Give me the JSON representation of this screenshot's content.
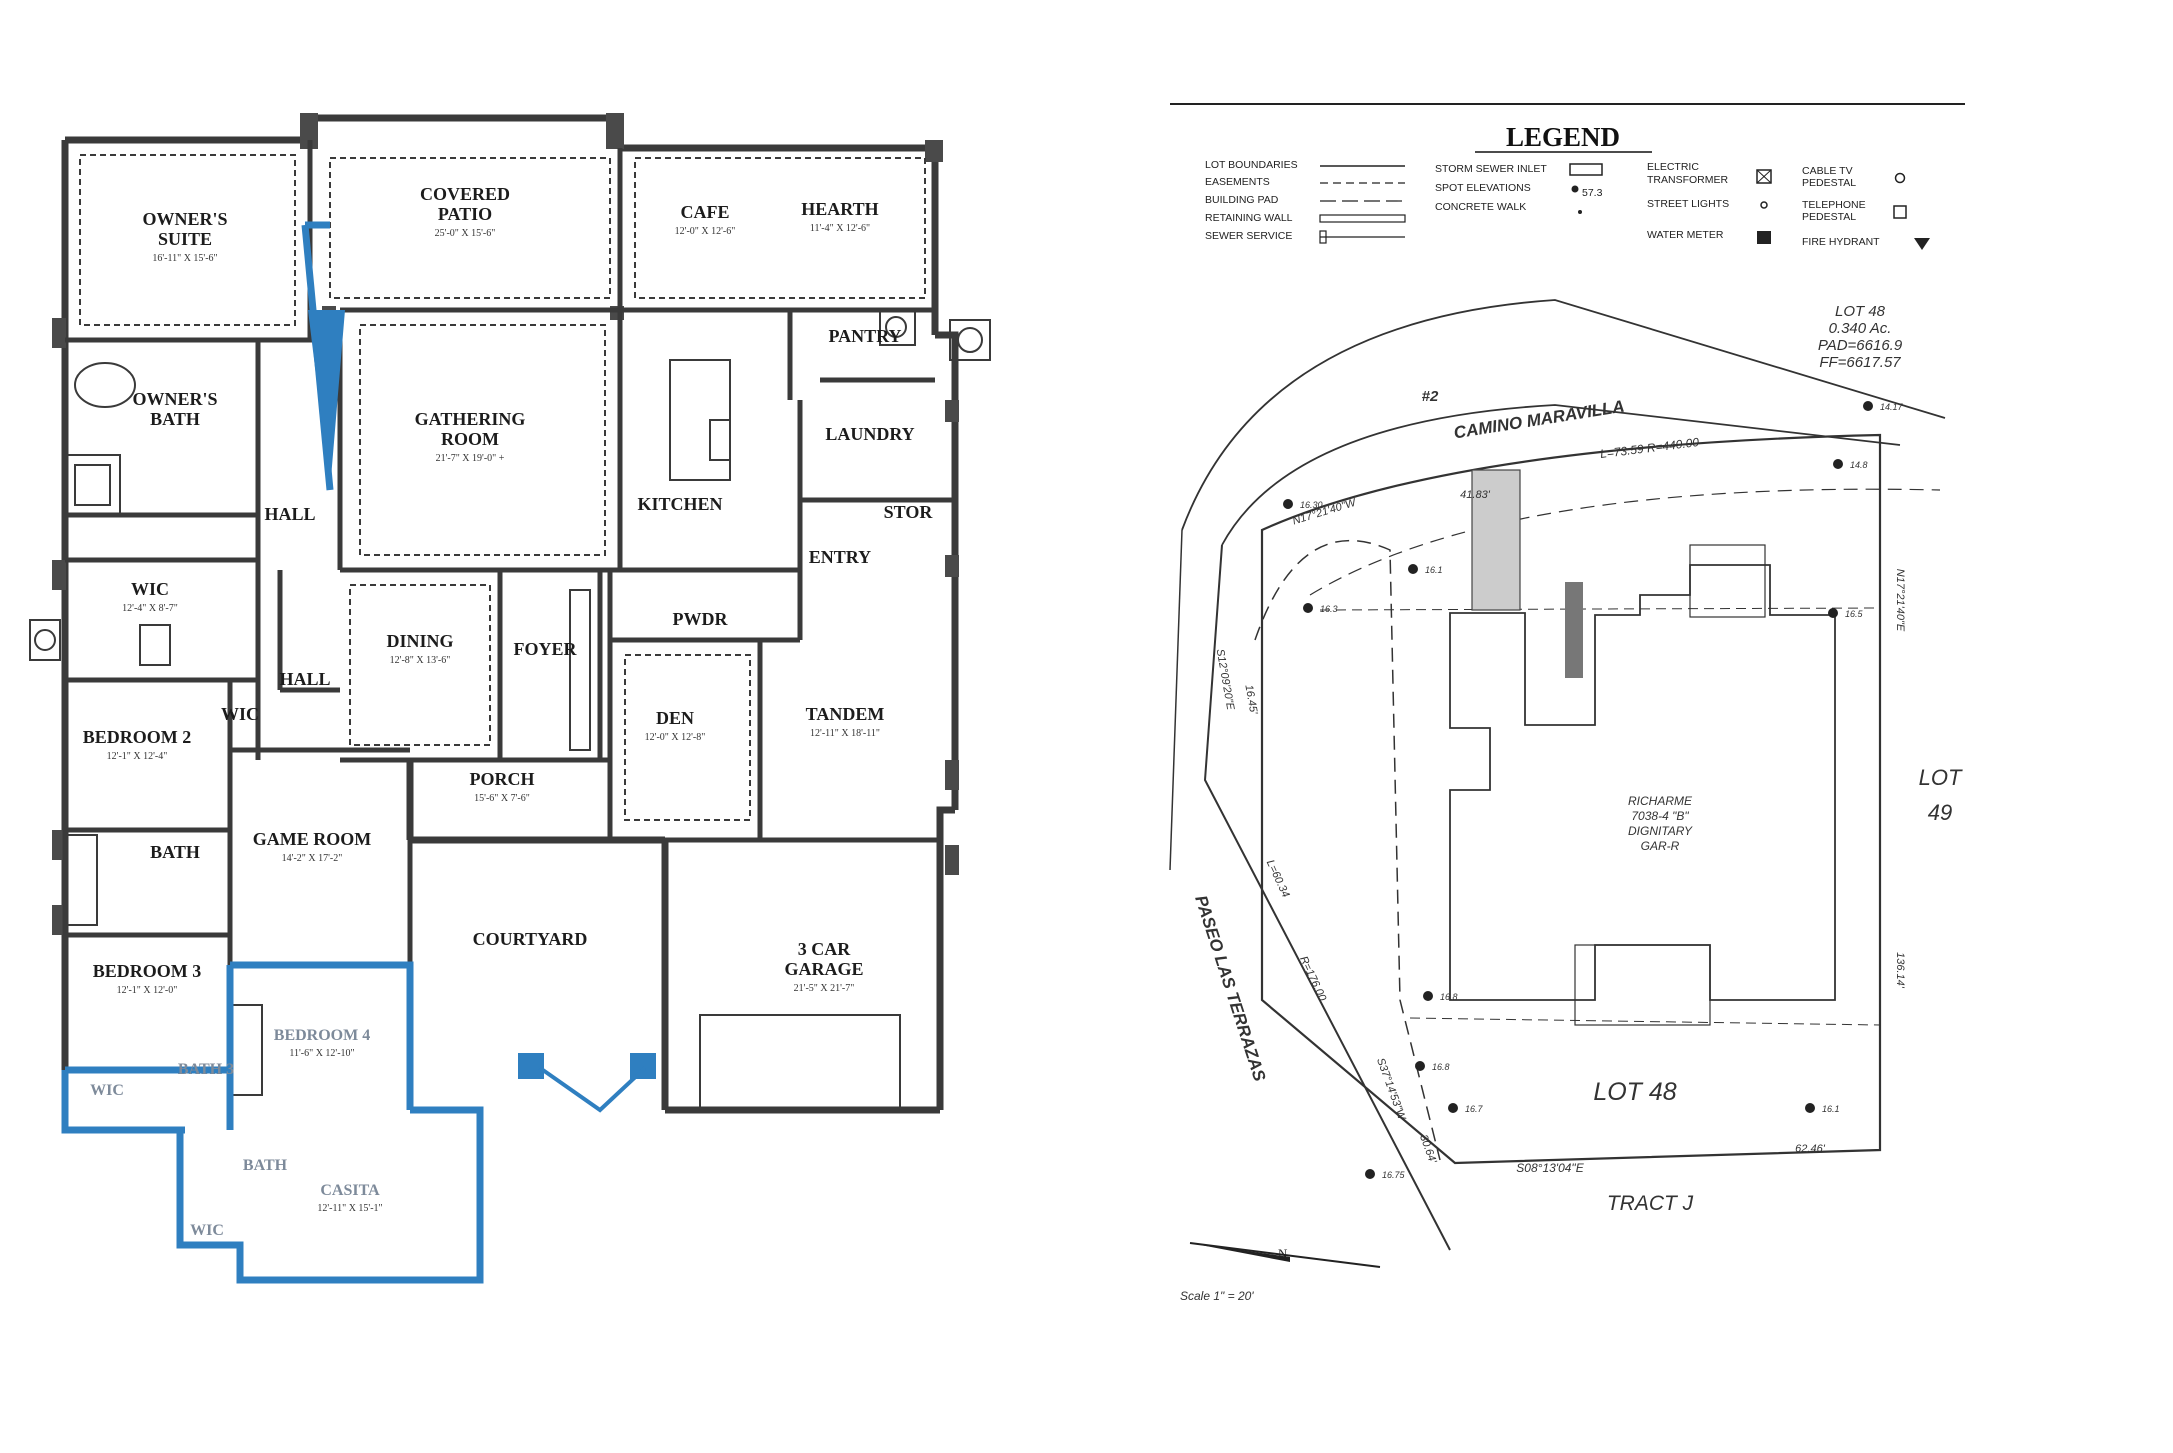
{
  "floor_plan": {
    "rooms": [
      {
        "id": "owners-suite",
        "name": "OWNER'S",
        "name2": "SUITE",
        "dims": "16'-11\" X 15'-6\""
      },
      {
        "id": "covered-patio",
        "name": "COVERED",
        "name2": "PATIO",
        "dims": "25'-0\" X 15'-6\""
      },
      {
        "id": "cafe",
        "name": "CAFE",
        "dims": "12'-0\" X 12'-6\""
      },
      {
        "id": "hearth",
        "name": "HEARTH",
        "dims": "11'-4\" X 12'-6\""
      },
      {
        "id": "pantry",
        "name": "PANTRY"
      },
      {
        "id": "owners-bath",
        "name": "OWNER'S",
        "name2": "BATH"
      },
      {
        "id": "gathering-room",
        "name": "GATHERING",
        "name2": "ROOM",
        "dims": "21'-7\" X 19'-0\" +"
      },
      {
        "id": "laundry",
        "name": "LAUNDRY"
      },
      {
        "id": "kitchen",
        "name": "KITCHEN"
      },
      {
        "id": "stor",
        "name": "STOR"
      },
      {
        "id": "hall-1",
        "name": "HALL"
      },
      {
        "id": "entry",
        "name": "ENTRY"
      },
      {
        "id": "wic-1",
        "name": "WIC",
        "dims": "12'-4\" X 8'-7\""
      },
      {
        "id": "pwdr",
        "name": "PWDR"
      },
      {
        "id": "dining",
        "name": "DINING",
        "dims": "12'-8\" X 13'-6\""
      },
      {
        "id": "foyer",
        "name": "FOYER"
      },
      {
        "id": "hall-2",
        "name": "HALL"
      },
      {
        "id": "den",
        "name": "DEN",
        "dims": "12'-0\" X 12'-8\""
      },
      {
        "id": "tandem",
        "name": "TANDEM",
        "dims": "12'-11\" X 18'-11\""
      },
      {
        "id": "bedroom-2",
        "name": "BEDROOM 2",
        "dims": "12'-1\" X 12'-4\""
      },
      {
        "id": "wic-2",
        "name": "WIC"
      },
      {
        "id": "porch",
        "name": "PORCH",
        "dims": "15'-6\" X 7'-6\""
      },
      {
        "id": "bath-1",
        "name": "BATH"
      },
      {
        "id": "game-room",
        "name": "GAME ROOM",
        "dims": "14'-2\" X 17'-2\""
      },
      {
        "id": "courtyard",
        "name": "COURTYARD"
      },
      {
        "id": "garage",
        "name": "3 CAR",
        "name2": "GARAGE",
        "dims": "21'-5\" X 21'-7\""
      },
      {
        "id": "bedroom-3",
        "name": "BEDROOM 3",
        "dims": "12'-1\" X 12'-0\""
      },
      {
        "id": "bedroom-4",
        "name": "BEDROOM 4",
        "dims": "11'-6\" X 12'-10\""
      },
      {
        "id": "bath-3",
        "name": "BATH 3"
      },
      {
        "id": "wic-3",
        "name": "WIC"
      },
      {
        "id": "bath-casita",
        "name": "BATH"
      },
      {
        "id": "casita",
        "name": "CASITA",
        "dims": "12'-11\" X 15'-1\""
      },
      {
        "id": "wic-4",
        "name": "WIC"
      }
    ],
    "accent_color": "#2f7fc0",
    "wall_color": "#3a3a3a"
  },
  "site_plan": {
    "legend": {
      "title": "LEGEND",
      "col1": [
        "LOT BOUNDARIES",
        "EASEMENTS",
        "BUILDING PAD",
        "RETAINING WALL",
        "SEWER SERVICE"
      ],
      "col2": [
        "STORM SEWER INLET",
        "SPOT ELEVATIONS",
        "CONCRETE WALK"
      ],
      "col3": [
        "ELECTRIC",
        "TRANSFORMER",
        "STREET LIGHTS",
        "WATER METER"
      ],
      "col4": [
        "CABLE TV",
        "PEDESTAL",
        "TELEPHONE",
        "PEDESTAL",
        "FIRE HYDRANT"
      ],
      "spot_sample": "57.3"
    },
    "lot_info": [
      "LOT 48",
      "0.340 Ac.",
      "PAD=6616.9",
      "FF=6617.57"
    ],
    "street_1_number": "#2",
    "street_1": "CAMINO MARAVILLA",
    "street_2": "PASEO LAS TERRAZAS",
    "house": [
      "RICHARME",
      "7038-4 \"B\"",
      "DIGNITARY",
      "GAR-R"
    ],
    "lot_label": "LOT 48",
    "lot_adjacent": [
      "LOT",
      "49"
    ],
    "tract": "TRACT J",
    "bearings": {
      "top_curve": "L=73.59   R=440.00",
      "top_seg": "N17°21'40\"W",
      "top_dist": "41.83'",
      "right": "N17°21'40\"E",
      "right_dist": "136.14'",
      "bottom": "S08°13'04\"E",
      "bottom_dist": "62.46'",
      "left_seg": "S37°14'53\"W",
      "left_dist": "30.64'",
      "curve2": "L=60.34",
      "curve2_r": "R=176.00",
      "west": "S12°09'20\"E",
      "west_dist": "16.45'"
    },
    "elevations": [
      "14.17",
      "14.8",
      "16.30",
      "16.8",
      "16.1",
      "16.8",
      "16.7",
      "16.1",
      "16.75",
      "16.5",
      "16.3"
    ],
    "scale": "Scale 1\" = 20'"
  }
}
